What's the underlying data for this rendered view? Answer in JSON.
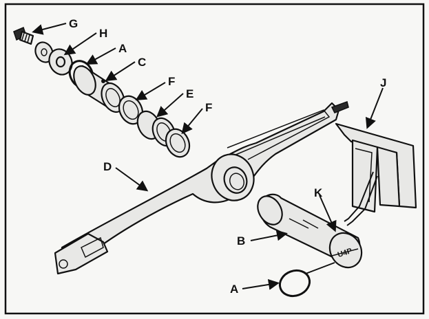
{
  "labels": {
    "G": "G",
    "H": "H",
    "A_top": "A",
    "C": "C",
    "F_upper": "F",
    "E": "E",
    "F_lower": "F",
    "J": "J",
    "D": "D",
    "K": "K",
    "B": "B",
    "A_bottom": "A"
  },
  "shaft_marking": "U4P"
}
